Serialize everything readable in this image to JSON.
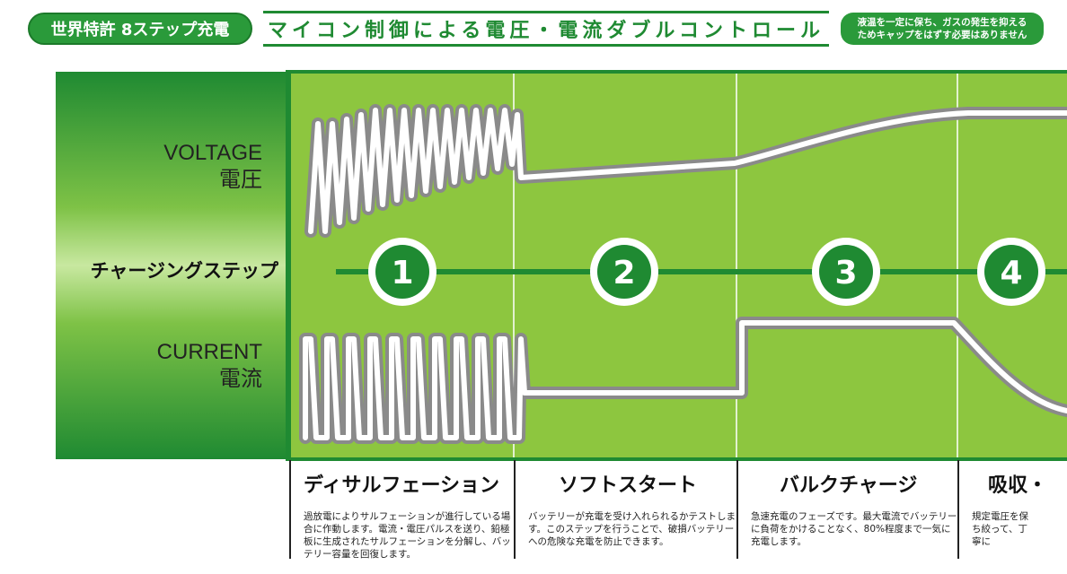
{
  "header": {
    "badge_left": "世界特許 8ステップ充電",
    "headline": "マイコン制御による電圧・電流ダブルコントロール",
    "badge_right_line1": "液温を一定に保ち、ガスの発生を抑える",
    "badge_right_line2": "ためキャップをはずす必要はありません"
  },
  "labels": {
    "voltage_en": "VOLTAGE",
    "voltage_jp": "電圧",
    "steps": "チャージングステップ",
    "current_en": "CURRENT",
    "current_jp": "電流"
  },
  "steps": [
    {
      "number": "1",
      "title": "ディサルフェーション",
      "text": "過放電によりサルフェーションが進行している場合に作動します。電流・電圧パルスを送り、鉛極板に生成されたサルフェーションを分解し、バッテリー容量を回復します。"
    },
    {
      "number": "2",
      "title": "ソフトスタート",
      "text": "バッテリーが充電を受け入れられるかテストします。このステップを行うことで、破損バッテリーへの危険な充電を防止できます。"
    },
    {
      "number": "3",
      "title": "バルクチャージ",
      "text": "急速充電のフェーズです。最大電流でバッテリーに負荷をかけることなく、80%程度まで一気に充電します。"
    },
    {
      "number": "4",
      "title": "吸収・",
      "text": "規定電圧を保ち絞って、丁寧に"
    }
  ],
  "colors": {
    "brand_green": "#1f8a32",
    "chart_bg": "#8dc63f",
    "line_gray": "#8a8a8a",
    "line_white": "#ffffff"
  }
}
